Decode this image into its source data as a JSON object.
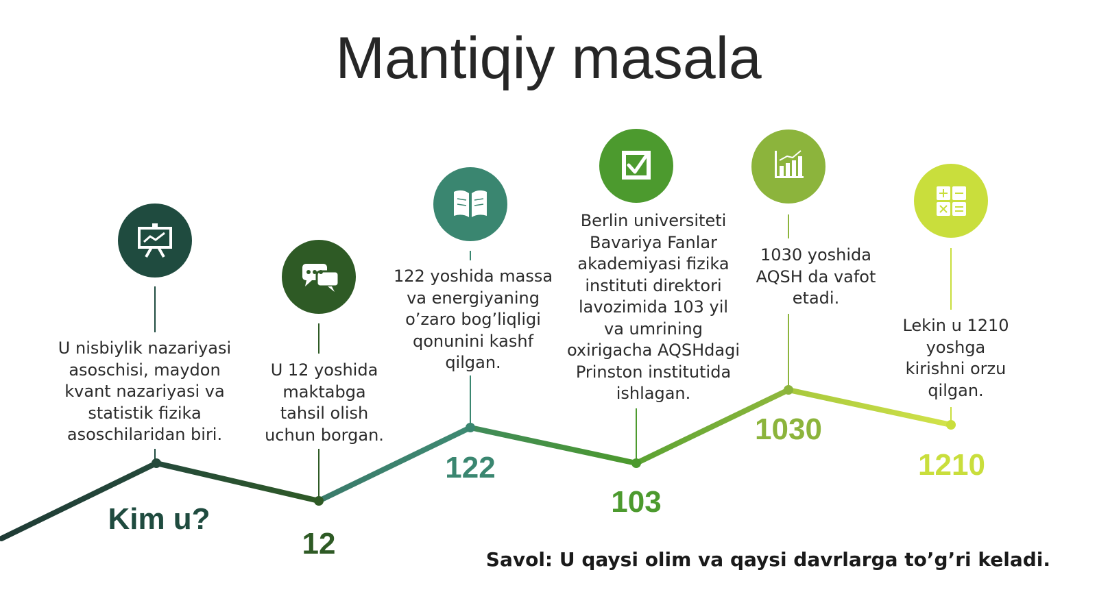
{
  "title": "Mantiqiy masala",
  "milestones": [
    {
      "value": "Kim u?",
      "text": "U nisbiylik nazariyasi asoschisi, maydon kvant nazariyasi va statistik fizika asoschilaridan biri.",
      "icon": "presentation-board-icon",
      "color": "#1f4b3f"
    },
    {
      "value": "12",
      "text": "U 12 yoshida maktabga tahsil olish uchun borgan.",
      "icon": "chat-bubbles-icon",
      "color": "#2e5a25"
    },
    {
      "value": "122",
      "text": "122 yoshida massa va energiyaning o’zaro bog’liqligi qonunini kashf qilgan.",
      "icon": "open-book-icon",
      "color": "#3a8670"
    },
    {
      "value": "103",
      "text": "Berlin universiteti Bavariya Fanlar akademiyasi fizika instituti direktori lavozimida 103 yil va umrining oxirigacha AQSHdagi Prinston institutida ishlagan.",
      "icon": "checkbox-icon",
      "color": "#4c9a2e"
    },
    {
      "value": "1030",
      "text": "1030 yoshida AQSH da vafot etadi.",
      "icon": "bar-chart-icon",
      "color": "#8cb43c"
    },
    {
      "value": "1210",
      "text": "Lekin u 1210 yoshga kirishni orzu qilgan.",
      "icon": "calculator-icon",
      "color": "#c9de3c"
    }
  ],
  "question": "Savol: U qaysi olim va qaysi davrlarga to’g’ri keladi."
}
